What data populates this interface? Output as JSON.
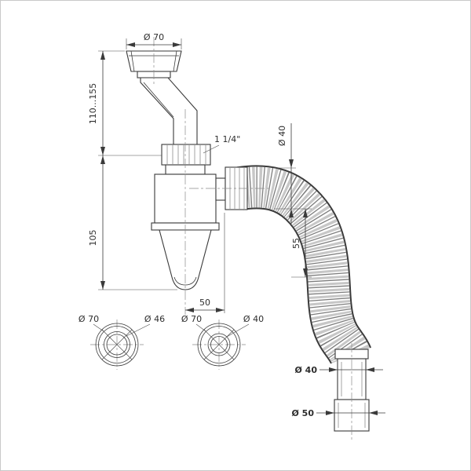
{
  "page": {
    "background": "#ffffff",
    "line_color": "#3a3a3a"
  },
  "labels": {
    "top_diameter": "Ø 70",
    "height_range": "110...155",
    "body_height": "105",
    "thread_size": "1 1/4\"",
    "hose_diameter": "Ø 40",
    "drop_height": "55",
    "outlet_offset": "50",
    "washer1_outer": "Ø 70",
    "washer1_inner": "Ø 46",
    "washer2_outer": "Ø 70",
    "washer2_inner": "Ø 40",
    "fitting_upper_diameter": "Ø 40",
    "fitting_lower_diameter": "Ø 50"
  }
}
